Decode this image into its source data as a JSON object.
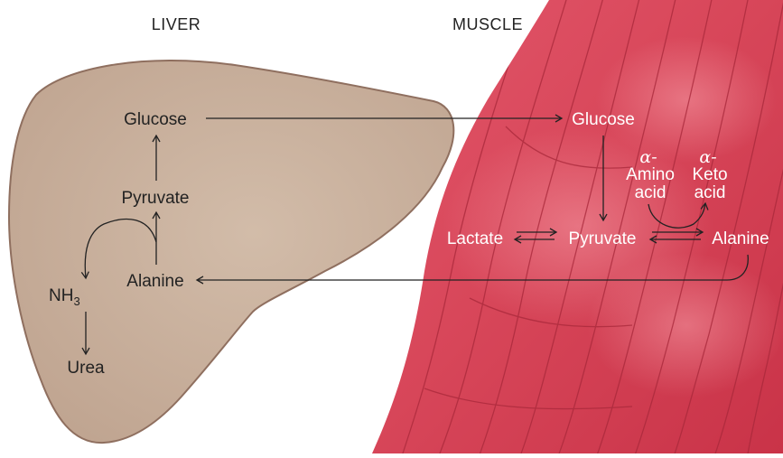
{
  "headers": {
    "left": "LIVER",
    "right": "MUSCLE"
  },
  "liver": {
    "glucose": "Glucose",
    "pyruvate": "Pyruvate",
    "alanine": "Alanine",
    "nh3_base": "NH",
    "nh3_sub": "3",
    "urea": "Urea"
  },
  "muscle": {
    "glucose": "Glucose",
    "lactate": "Lactate",
    "pyruvate": "Pyruvate",
    "alanine": "Alanine",
    "alpha_amino_alpha": "α-",
    "alpha_amino_l1": "Amino",
    "alpha_amino_l2": "acid",
    "alpha_keto_alpha": "α-",
    "alpha_keto_l1": "Keto",
    "alpha_keto_l2": "acid"
  },
  "colors": {
    "liver_fill": "#cbb3a0",
    "liver_stroke": "#8f6f5f",
    "muscle_base": "#d94a5c",
    "muscle_light": "#f07f8a",
    "muscle_dark": "#b82a3e",
    "arrow": "#222222"
  }
}
